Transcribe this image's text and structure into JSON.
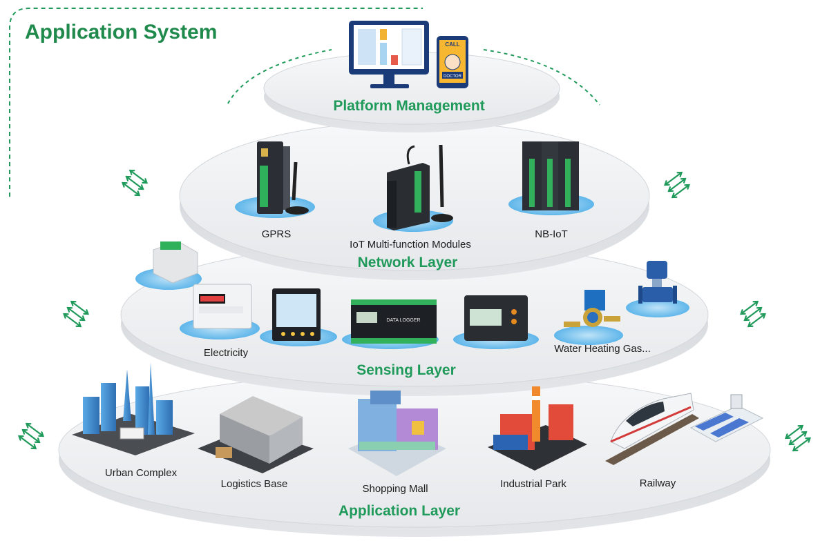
{
  "title": "Application System",
  "layers": {
    "platform": {
      "title": "Platform Management"
    },
    "network": {
      "title": "Network Layer",
      "items": [
        "GPRS",
        "IoT Multi-function Modules",
        "NB-IoT"
      ]
    },
    "sensing": {
      "title": "Sensing Layer",
      "items": [
        "Electricity",
        "Water Heating Gas..."
      ]
    },
    "application": {
      "title": "Application Layer",
      "items": [
        "Urban Complex",
        "Logistics Base",
        "Shopping Mall",
        "Industrial Park",
        "Railway"
      ]
    }
  },
  "phone": {
    "top_text": "CALL",
    "bottom_text": "DOCTOR"
  },
  "device_text": {
    "data_logger": "DATA LOGGER"
  },
  "colors": {
    "accent_green": "#1f9a5a",
    "disc_shadow": "#d9dde2",
    "pad_blue": "#7fc6f0",
    "text": "#1c1c1c"
  },
  "icons": [
    "monitor-icon",
    "phone-icon",
    "gprs-module-icon",
    "iot-module-icon",
    "nbiot-module-icon",
    "din-meter-icon",
    "electricity-meter-icon",
    "power-analyzer-icon",
    "data-logger-icon",
    "energy-meter-icon",
    "water-meter-icon",
    "flow-meter-icon",
    "urban-complex-icon",
    "logistics-base-icon",
    "shopping-mall-icon",
    "industrial-park-icon",
    "railway-icon",
    "arrows-icon"
  ]
}
